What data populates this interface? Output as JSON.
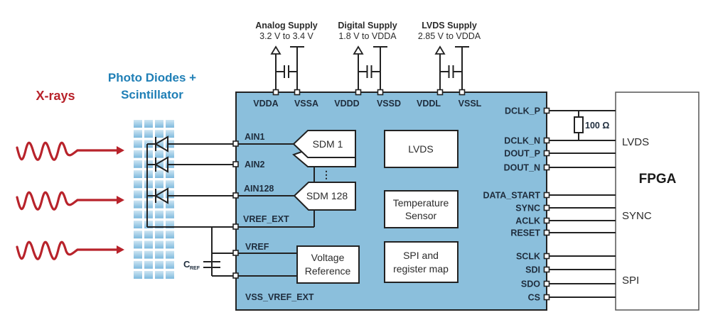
{
  "title": "X-ray detector AFE block diagram",
  "colors": {
    "chip_fill": "#8bbfdc",
    "xray_red": "#b8232b",
    "photodiode_blue": "#1f7fb6",
    "wire": "#222222"
  },
  "left_labels": {
    "xrays": "X-rays",
    "photodiodes_line1": "Photo Diodes +",
    "photodiodes_line2": "Scintillator"
  },
  "supplies": [
    {
      "title": "Analog Supply",
      "range": "3.2 V to 3.4 V",
      "pins": [
        "VDDA",
        "VSSA"
      ]
    },
    {
      "title": "Digital Supply",
      "range": "1.8 V to VDDA",
      "pins": [
        "VDDD",
        "VSSD"
      ]
    },
    {
      "title": "LVDS Supply",
      "range": "2.85 V to VDDA",
      "pins": [
        "VDDL",
        "VSSL"
      ]
    }
  ],
  "left_pins": [
    "AIN1",
    "AIN2",
    "AIN128",
    "VREF_EXT",
    "VREF",
    "VSS_VREF_EXT"
  ],
  "internal_blocks": {
    "sdm1": "SDM 1",
    "sdm128": "SDM 128",
    "lvds": "LVDS",
    "temp_line1": "Temperature",
    "temp_line2": "Sensor",
    "spi_line1": "SPI and",
    "spi_line2": "register map",
    "vref_line1": "Voltage",
    "vref_line2": "Reference",
    "ellipsis": "⋮"
  },
  "cref": {
    "main": "C",
    "sub": "REF"
  },
  "right_pins": [
    "DCLK_P",
    "DCLK_N",
    "DOUT_P",
    "DOUT_N",
    "DATA_START",
    "SYNC",
    "ACLK",
    "RESET",
    "SCLK",
    "SDI",
    "SDO",
    "CS"
  ],
  "resistor": "100 Ω",
  "fpga": {
    "title": "FPGA",
    "groups": [
      "LVDS",
      "SYNC",
      "SPI"
    ]
  }
}
